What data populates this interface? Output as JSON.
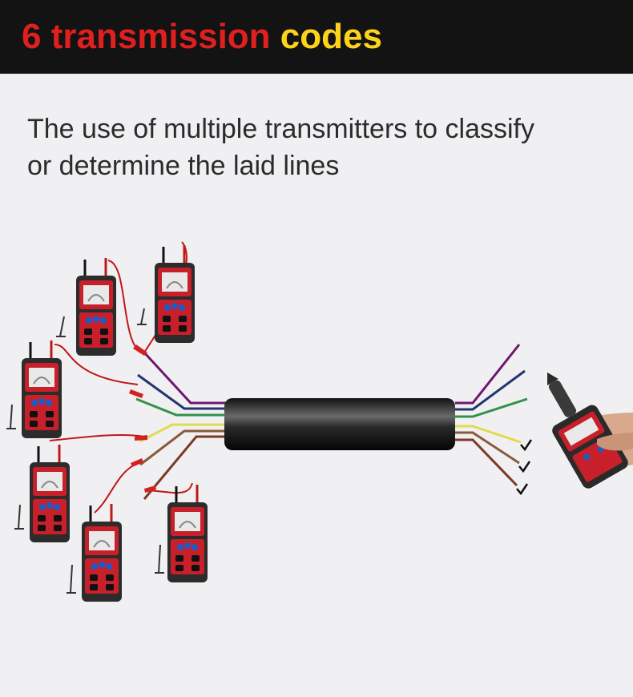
{
  "header": {
    "title_part1": "6 transmission",
    "title_part2": "codes",
    "color_red": "#e01f1f",
    "color_yellow": "#ffd21a"
  },
  "subtitle": {
    "line1": "The use of multiple transmitters to classify",
    "line2": "or determine the laid lines"
  },
  "wires": {
    "colors": [
      "#6d1670",
      "#22356f",
      "#33914a",
      "#e0db4e",
      "#8a5a3a",
      "#7b3a27"
    ]
  }
}
